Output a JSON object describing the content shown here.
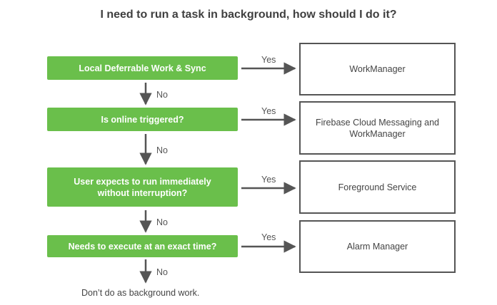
{
  "title": "I need to run a task in background, how should I do it?",
  "questions": [
    "Local Deferrable Work & Sync",
    "Is online triggered?",
    "User expects to run immediately without interruption?",
    "Needs to execute at an exact time?"
  ],
  "answers": [
    "WorkManager",
    "Firebase Cloud Messaging and WorkManager",
    "Foreground Service",
    "Alarm Manager"
  ],
  "yes_label": "Yes",
  "no_label": "No",
  "footer": "Don’t do as background work.",
  "colors": {
    "decision": "#6abf4b",
    "outline": "#555555",
    "arrow": "#555555"
  }
}
